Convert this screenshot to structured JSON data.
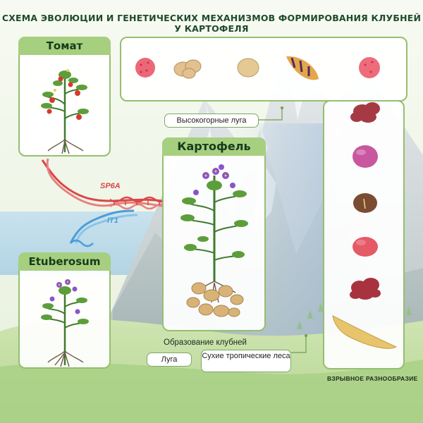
{
  "title": "СХЕМА ЭВОЛЮЦИИ И ГЕНЕТИЧЕСКИХ МЕХАНИЗМОВ ФОРМИРОВАНИЯ КЛУБНЕЙ У КАРТОФЕЛЯ",
  "panels": {
    "tomato": "Томат",
    "etuberosum": "Etuberosum",
    "potato": "Картофель"
  },
  "genes": {
    "sp6a": "SP6A",
    "it1": "IT1"
  },
  "labels": {
    "highland": "Высокогорные луга",
    "tuber_formation": "Образование клубней",
    "meadows": "Луга",
    "dry_forest": "Сухие тропические леса",
    "diversity": "ВЗРЫВНОЕ РАЗНООБРАЗИЕ"
  },
  "colors": {
    "panel_border": "#95bf70",
    "tab_fill": "#a6cf7f",
    "title_text": "#1f4a2c",
    "sp6a_strand": "#d94848",
    "it1_strand": "#4a9ed8"
  },
  "icons": [
    "tomato-plant",
    "flowering-potato-plant",
    "potato-tubers",
    "dna-helix"
  ]
}
